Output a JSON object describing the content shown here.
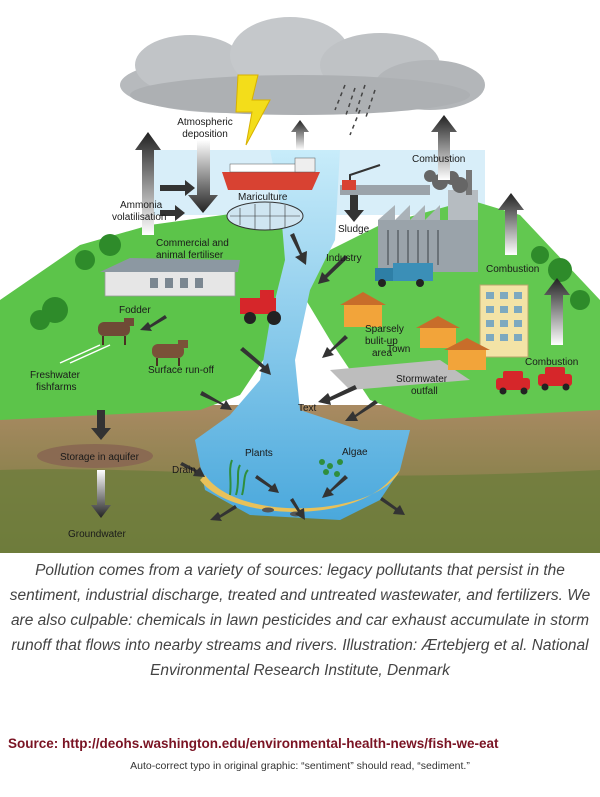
{
  "diagram": {
    "labels": {
      "atmospheric_deposition_1": "Atmospheric",
      "atmospheric_deposition_2": "deposition",
      "combustion_top": "Combustion",
      "ammonia_1": "Ammonia",
      "ammonia_2": "volatilisation",
      "mariculture": "Mariculture",
      "sludge": "Sludge",
      "fertiliser_1": "Commercial and",
      "fertiliser_2": "animal fertiliser",
      "industry": "Industry",
      "combustion_mid": "Combustion",
      "fodder": "Fodder",
      "sparsely_1": "Sparsely",
      "sparsely_2": "bulit-up",
      "sparsely_3": "area",
      "town": "Town",
      "combustion_low": "Combustion",
      "freshwater_1": "Freshwater",
      "freshwater_2": "fishfarms",
      "surface_runoff": "Surface run-off",
      "stormwater_1": "Stormwater",
      "stormwater_2": "outfall",
      "text": "Text",
      "storage_aquifer": "Storage in aquifer",
      "plants": "Plants",
      "algae": "Algae",
      "drain": "Drain",
      "groundwater": "Groundwater"
    }
  },
  "caption": "Pollution comes from a variety of sources: legacy pollutants that persist in the sentiment, industrial discharge, treated and untreated wastewater, and fertilizers. We are also culpable: chemicals in lawn pesticides and car exhaust accumulate in storm runoff that flows into nearby streams and rivers. Illustration: Ærtebjerg et al. National Environmental Research Institute, Denmark",
  "source": "Source: http://deohs.washington.edu/environmental-health-news/fish-we-eat",
  "note": "Auto-correct typo in original graphic: “sentiment” should read, “sediment.”",
  "colors": {
    "sky": "#cfe6f5",
    "land": "#5cc44a",
    "soil": "#9a7b55",
    "water": "#8fd0ee",
    "cloud": "#b9bcc0",
    "source_text": "#7a1323"
  }
}
